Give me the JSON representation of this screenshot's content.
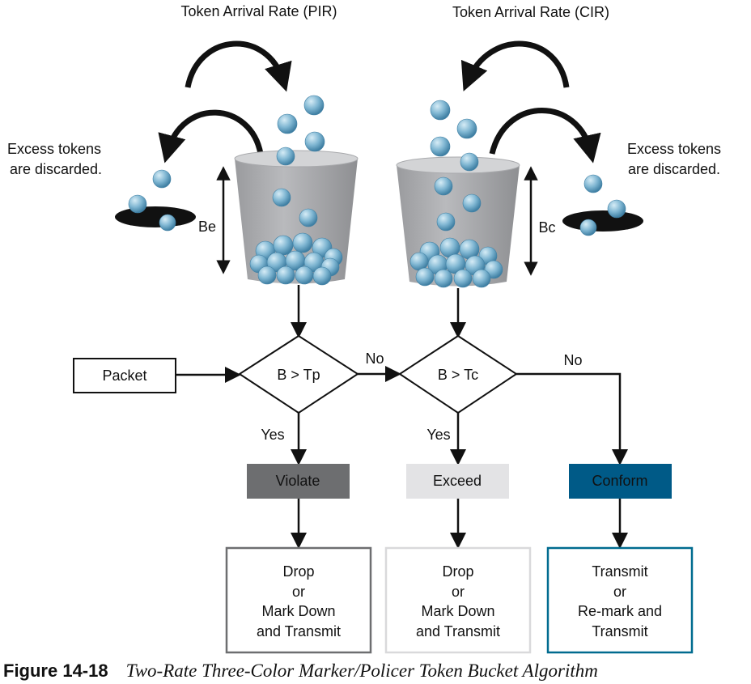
{
  "token_rate_pir": "Token Arrival Rate (PIR)",
  "token_rate_cir": "Token Arrival Rate (CIR)",
  "excess_left": [
    "Excess tokens",
    "are discarded."
  ],
  "excess_right": [
    "Excess tokens",
    "are discarded."
  ],
  "bucket_left_label": "Be",
  "bucket_right_label": "Bc",
  "packet": "Packet",
  "decision_1": "B > Tp",
  "decision_2": "B > Tc",
  "no_1": "No",
  "no_2": "No",
  "yes_1": "Yes",
  "yes_2": "Yes",
  "outcomes": [
    {
      "label": "Violate",
      "fill": "#6d6e70",
      "text_color": "#ffffff",
      "action": [
        "Drop",
        "or",
        "Mark Down",
        "and Transmit"
      ],
      "action_border": "#6d6e70"
    },
    {
      "label": "Exceed",
      "fill": "#e3e3e5",
      "text_color": "#111111",
      "action": [
        "Drop",
        "or",
        "Mark Down",
        "and Transmit"
      ],
      "action_border": "#d9d9db"
    },
    {
      "label": "Conform",
      "fill": "#005a87",
      "text_color": "#ffffff",
      "action": [
        "Transmit",
        "or",
        "Re-mark and",
        "Transmit"
      ],
      "action_border": "#006b8f"
    }
  ],
  "caption": {
    "figure": "Figure 14-18",
    "title": "Two-Rate Three-Color Marker/Policer Token Bucket Algorithm"
  }
}
